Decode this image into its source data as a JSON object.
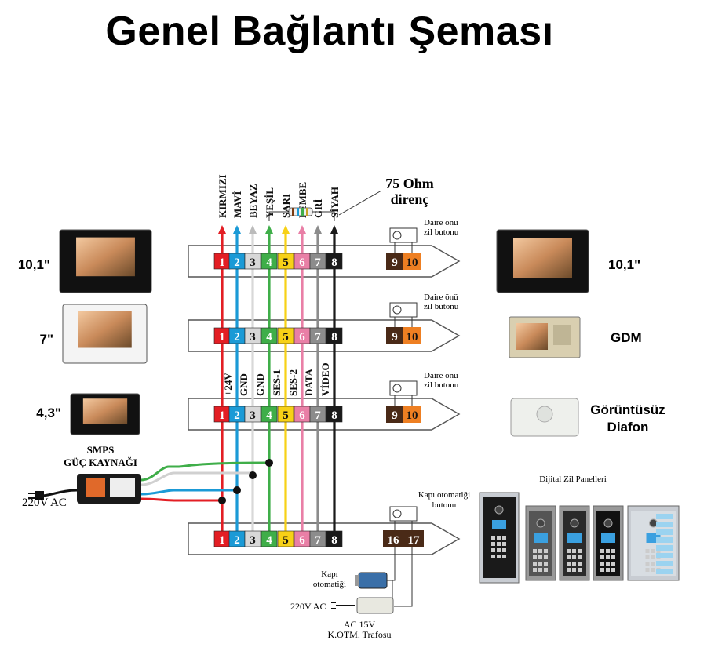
{
  "title": "Genel Bağlantı Şeması",
  "wire_colors": [
    {
      "name": "KIRMIZI",
      "num": "1",
      "color": "#e31e24"
    },
    {
      "name": "MAVİ",
      "num": "2",
      "color": "#1b9ad6"
    },
    {
      "name": "BEYAZ",
      "num": "3",
      "color": "#d8d8d8"
    },
    {
      "name": "YEŞİL",
      "num": "4",
      "color": "#3fae49"
    },
    {
      "name": "SARI",
      "num": "5",
      "color": "#f7d117"
    },
    {
      "name": "PEMBE",
      "num": "6",
      "color": "#e97fa6"
    },
    {
      "name": "GRİ",
      "num": "7",
      "color": "#8c8c8c"
    },
    {
      "name": "SİYAH",
      "num": "8",
      "color": "#1a1a1a"
    }
  ],
  "signals": [
    "+24V",
    "GND",
    "GND",
    "SES-1",
    "SES-2",
    "DATA",
    "VİDEO"
  ],
  "resistor": {
    "line1": "75 Ohm",
    "line2": "direnç"
  },
  "doorbell_label": [
    "Daire önü",
    "zil butonu"
  ],
  "bell_terminals": [
    "9",
    "10"
  ],
  "lock_terminals": [
    "16",
    "17"
  ],
  "left_monitors": [
    "10,1\"",
    "7\"",
    "4,3\""
  ],
  "right_devices": [
    "10,1\"",
    "GDM",
    "Görüntüsüz",
    "Diafon"
  ],
  "psu": {
    "line1": "SMPS",
    "line2": "GÜÇ KAYNAĞI",
    "ac": "220V AC"
  },
  "lock_button": [
    "Kapı otomatiği",
    "butonu"
  ],
  "lock": [
    "Kapı",
    "otomatiği"
  ],
  "lock_ac": "220V AC",
  "transformer": [
    "AC 15V",
    "K.OTM. Trafosu"
  ],
  "panels_title": "Dijital Zil Panelleri",
  "colors": {
    "brown": "#4a2a17",
    "orange": "#ee7f22",
    "bg": "#ffffff",
    "bus": "#ffffff"
  }
}
